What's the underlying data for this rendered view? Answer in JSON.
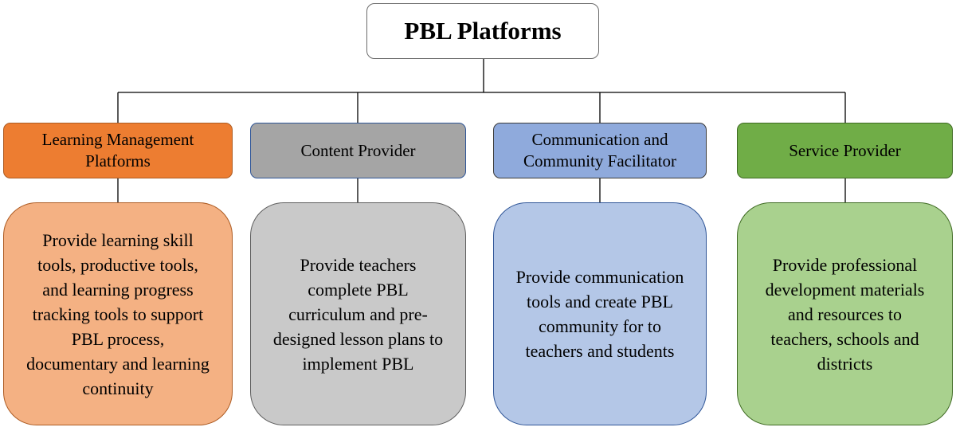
{
  "title": "PBL Platforms",
  "categories": [
    {
      "label": "Learning Management Platforms",
      "description": "Provide learning skill tools, productive tools, and learning progress tracking tools to support PBL process, documentary and learning continuity"
    },
    {
      "label": "Content Provider",
      "description": "Provide teachers complete PBL curriculum and pre-designed lesson plans to implement PBL"
    },
    {
      "label": "Communication and Community Facilitator",
      "description": "Provide communication tools and create PBL community for to teachers and students"
    },
    {
      "label": "Service Provider",
      "description": "Provide professional development materials and resources to teachers, schools and districts"
    }
  ],
  "colors": {
    "learning_management": "#ed7d31",
    "content_provider": "#a5a5a5",
    "communication": "#8faadc",
    "service_provider": "#70ad47"
  }
}
